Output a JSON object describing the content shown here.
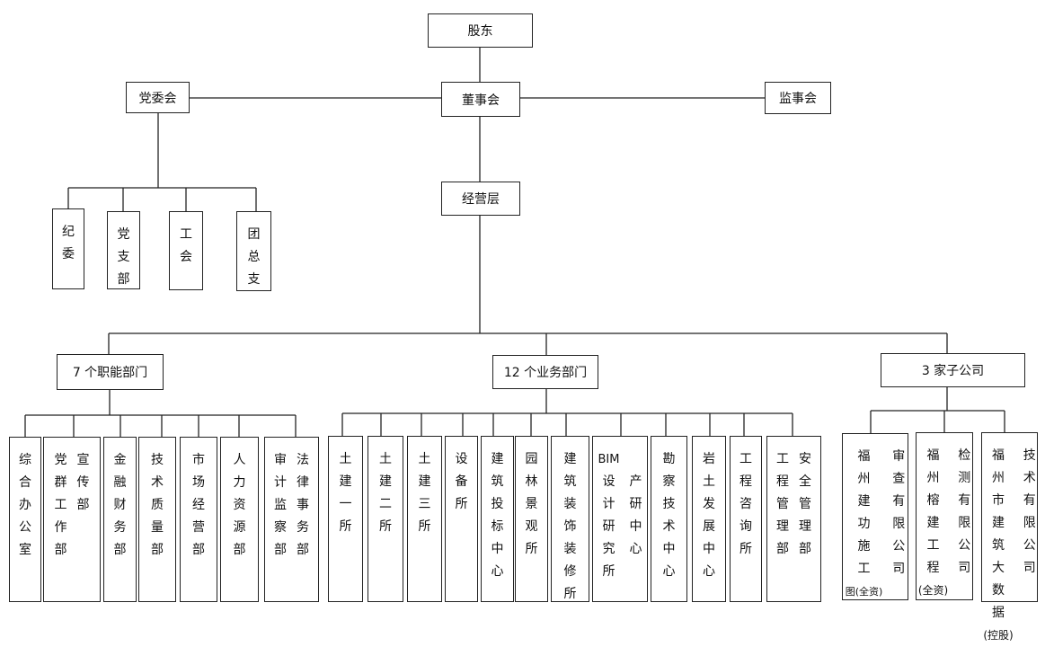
{
  "top": {
    "shareholders": "股东",
    "board": "董事会",
    "party_committee": "党委会",
    "supervisory": "监事会",
    "management": "经营层"
  },
  "party_units": [
    {
      "id": "jiwei",
      "cols": [
        [
          "纪",
          "委"
        ]
      ]
    },
    {
      "id": "dangzhibu",
      "cols": [
        [
          "党",
          "支",
          "部"
        ]
      ]
    },
    {
      "id": "gonghui",
      "cols": [
        [
          "工",
          "会"
        ]
      ]
    },
    {
      "id": "tuanzongzhi",
      "cols": [
        [
          "团",
          "总",
          "支"
        ]
      ]
    }
  ],
  "groups": {
    "functional": "7 个职能部门",
    "business": "12 个业务部门",
    "subsidiaries": "3 家子公司"
  },
  "functional_depts": [
    {
      "id": "office",
      "cols": [
        [
          "综",
          "合",
          "办",
          "公",
          "室"
        ]
      ]
    },
    {
      "id": "publicity",
      "cols": [
        [
          "党",
          "群",
          "工",
          "作",
          "部"
        ],
        [
          "宣",
          "传",
          "部"
        ]
      ]
    },
    {
      "id": "finance",
      "cols": [
        [
          "金",
          "融",
          "财",
          "务",
          "部"
        ]
      ]
    },
    {
      "id": "quality",
      "cols": [
        [
          "技",
          "术",
          "质",
          "量",
          "部"
        ]
      ]
    },
    {
      "id": "marketing",
      "cols": [
        [
          "市",
          "场",
          "经",
          "营",
          "部"
        ]
      ]
    },
    {
      "id": "hr",
      "cols": [
        [
          "人",
          "力",
          "资",
          "源",
          "部"
        ]
      ]
    },
    {
      "id": "audit",
      "cols": [
        [
          "审",
          "计",
          "监",
          "察",
          "部"
        ],
        [
          "法",
          "律",
          "事",
          "务",
          "部"
        ]
      ]
    }
  ],
  "business_depts": [
    {
      "id": "civil-1",
      "cols": [
        [
          "土",
          "建",
          "一",
          "所"
        ]
      ]
    },
    {
      "id": "civil-2",
      "cols": [
        [
          "土",
          "建",
          "二",
          "所"
        ]
      ]
    },
    {
      "id": "civil-3",
      "cols": [
        [
          "土",
          "建",
          "三",
          "所"
        ]
      ]
    },
    {
      "id": "equipment",
      "cols": [
        [
          "设",
          "备",
          "所"
        ]
      ]
    },
    {
      "id": "bidding",
      "cols": [
        [
          "建",
          "筑",
          "投",
          "标",
          "中",
          "心"
        ]
      ]
    },
    {
      "id": "landscape",
      "cols": [
        [
          "园",
          "林",
          "景",
          "观",
          "所"
        ]
      ]
    },
    {
      "id": "decoration",
      "cols": [
        [
          "建",
          "筑",
          "装",
          "饰",
          "装",
          "修",
          "所"
        ]
      ]
    },
    {
      "id": "bim",
      "cols": [
        [
          "BIM",
          "设",
          "计",
          "研",
          "究",
          "所"
        ],
        [
          "",
          "产",
          "研",
          "中",
          "心"
        ]
      ]
    },
    {
      "id": "survey",
      "cols": [
        [
          "勘",
          "察",
          "技",
          "术",
          "中",
          "心"
        ]
      ]
    },
    {
      "id": "geotech",
      "cols": [
        [
          "岩",
          "土",
          "发",
          "展",
          "中",
          "心"
        ]
      ]
    },
    {
      "id": "consulting",
      "cols": [
        [
          "工",
          "程",
          "咨",
          "询",
          "所"
        ]
      ]
    },
    {
      "id": "safety",
      "cols": [
        [
          "工",
          "程",
          "管",
          "理",
          "部"
        ],
        [
          "安",
          "全",
          "管",
          "理",
          "部"
        ]
      ]
    }
  ],
  "subsidiaries": [
    {
      "id": "drawing-review",
      "cols": [
        [
          "福",
          "州",
          "建",
          "功",
          "施",
          "工",
          "图(全资)"
        ],
        [
          "审",
          "查",
          "有",
          "限",
          "公",
          "司"
        ]
      ]
    },
    {
      "id": "testing",
      "cols": [
        [
          "福",
          "州",
          "榕",
          "建",
          "工",
          "程",
          "(全资)"
        ],
        [
          "检",
          "测",
          "有",
          "限",
          "公",
          "司"
        ]
      ]
    },
    {
      "id": "bigdata",
      "cols": [
        [
          "福",
          "州",
          "市",
          "建",
          "筑",
          "大",
          "数",
          "据",
          "(控股)"
        ],
        [
          "技",
          "术",
          "有",
          "限",
          "公",
          "司"
        ]
      ]
    }
  ]
}
